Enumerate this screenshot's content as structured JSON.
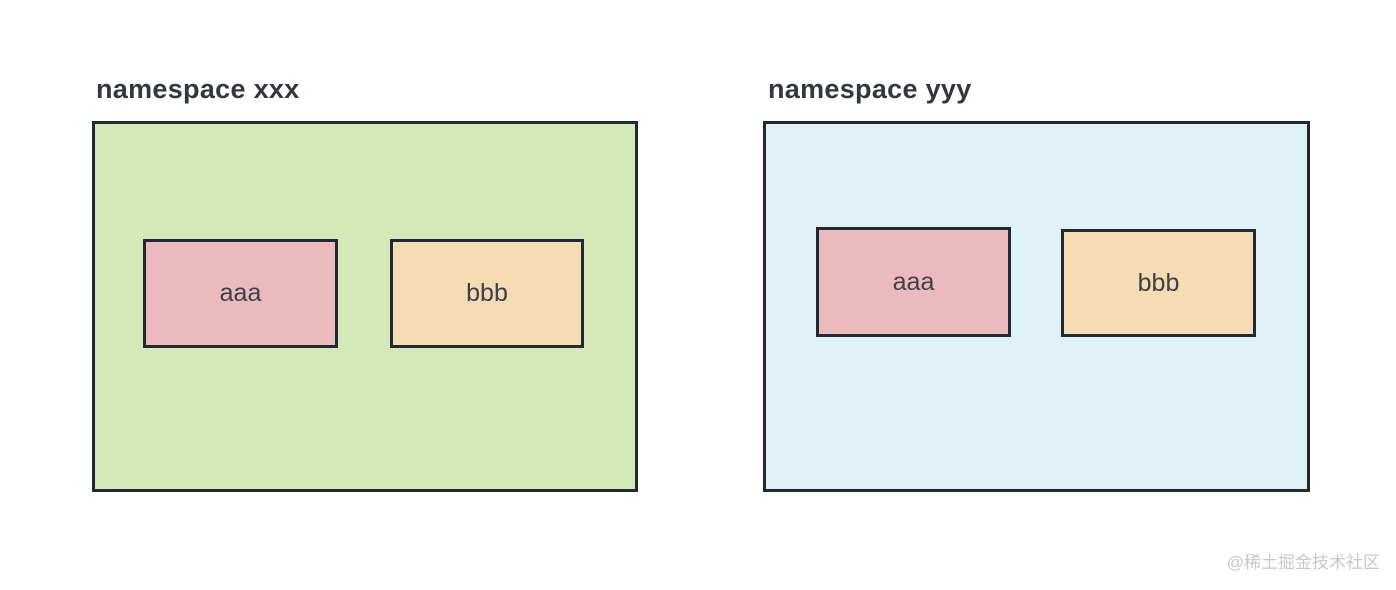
{
  "page": {
    "background": "#ffffff",
    "watermark": "@稀土掘金技术社区"
  },
  "colors": {
    "stroke": "#232932",
    "title_text": "#33373e",
    "label_text": "#3c4048",
    "watermark_text": "#c8c8c8",
    "namespace_xxx_fill": "#d5e8ba",
    "namespace_yyy_fill": "#def1f4",
    "box_aaa_fill": "#ecb9be",
    "box_bbb_fill": "#f5dcb3"
  },
  "namespaces": [
    {
      "id": "xxx",
      "title": "namespace xxx",
      "fill": "#d5e8ba",
      "boxes": [
        {
          "label": "aaa",
          "fill": "#ecb9be"
        },
        {
          "label": "bbb",
          "fill": "#f5dcb3"
        }
      ]
    },
    {
      "id": "yyy",
      "title": "namespace yyy",
      "fill": "#def1f4",
      "boxes": [
        {
          "label": "aaa",
          "fill": "#ecb9be"
        },
        {
          "label": "bbb",
          "fill": "#f5dcb3"
        }
      ]
    }
  ]
}
